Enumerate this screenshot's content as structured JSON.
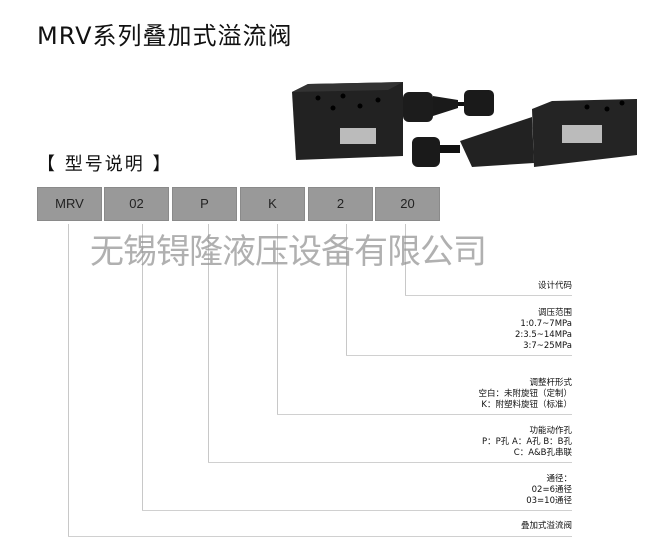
{
  "title": "MRV系列叠加式溢流阀",
  "section_heading": "【 型号说明 】",
  "code_boxes": [
    "MRV",
    "02",
    "P",
    "K",
    "2",
    "20"
  ],
  "descriptions": [
    {
      "heading": "设计代码",
      "lines": []
    },
    {
      "heading": "调压范围",
      "lines": [
        "1:0.7~7MPa",
        "2:3.5~14MPa",
        "3:7~25MPa"
      ]
    },
    {
      "heading": "调整杆形式",
      "lines": [
        "空白：未附旋钮（定制）",
        "K：附塑料旋钮（标准）"
      ]
    },
    {
      "heading": "功能动作孔",
      "lines": [
        "P：P孔  A：A孔  B：B孔",
        "C：A&B孔串联"
      ]
    },
    {
      "heading": "通径：",
      "lines": [
        "02=6通径",
        "03=10通径"
      ]
    },
    {
      "heading": "叠加式溢流阀",
      "lines": []
    }
  ],
  "watermark": "无锡锝隆液压设备有限公司"
}
